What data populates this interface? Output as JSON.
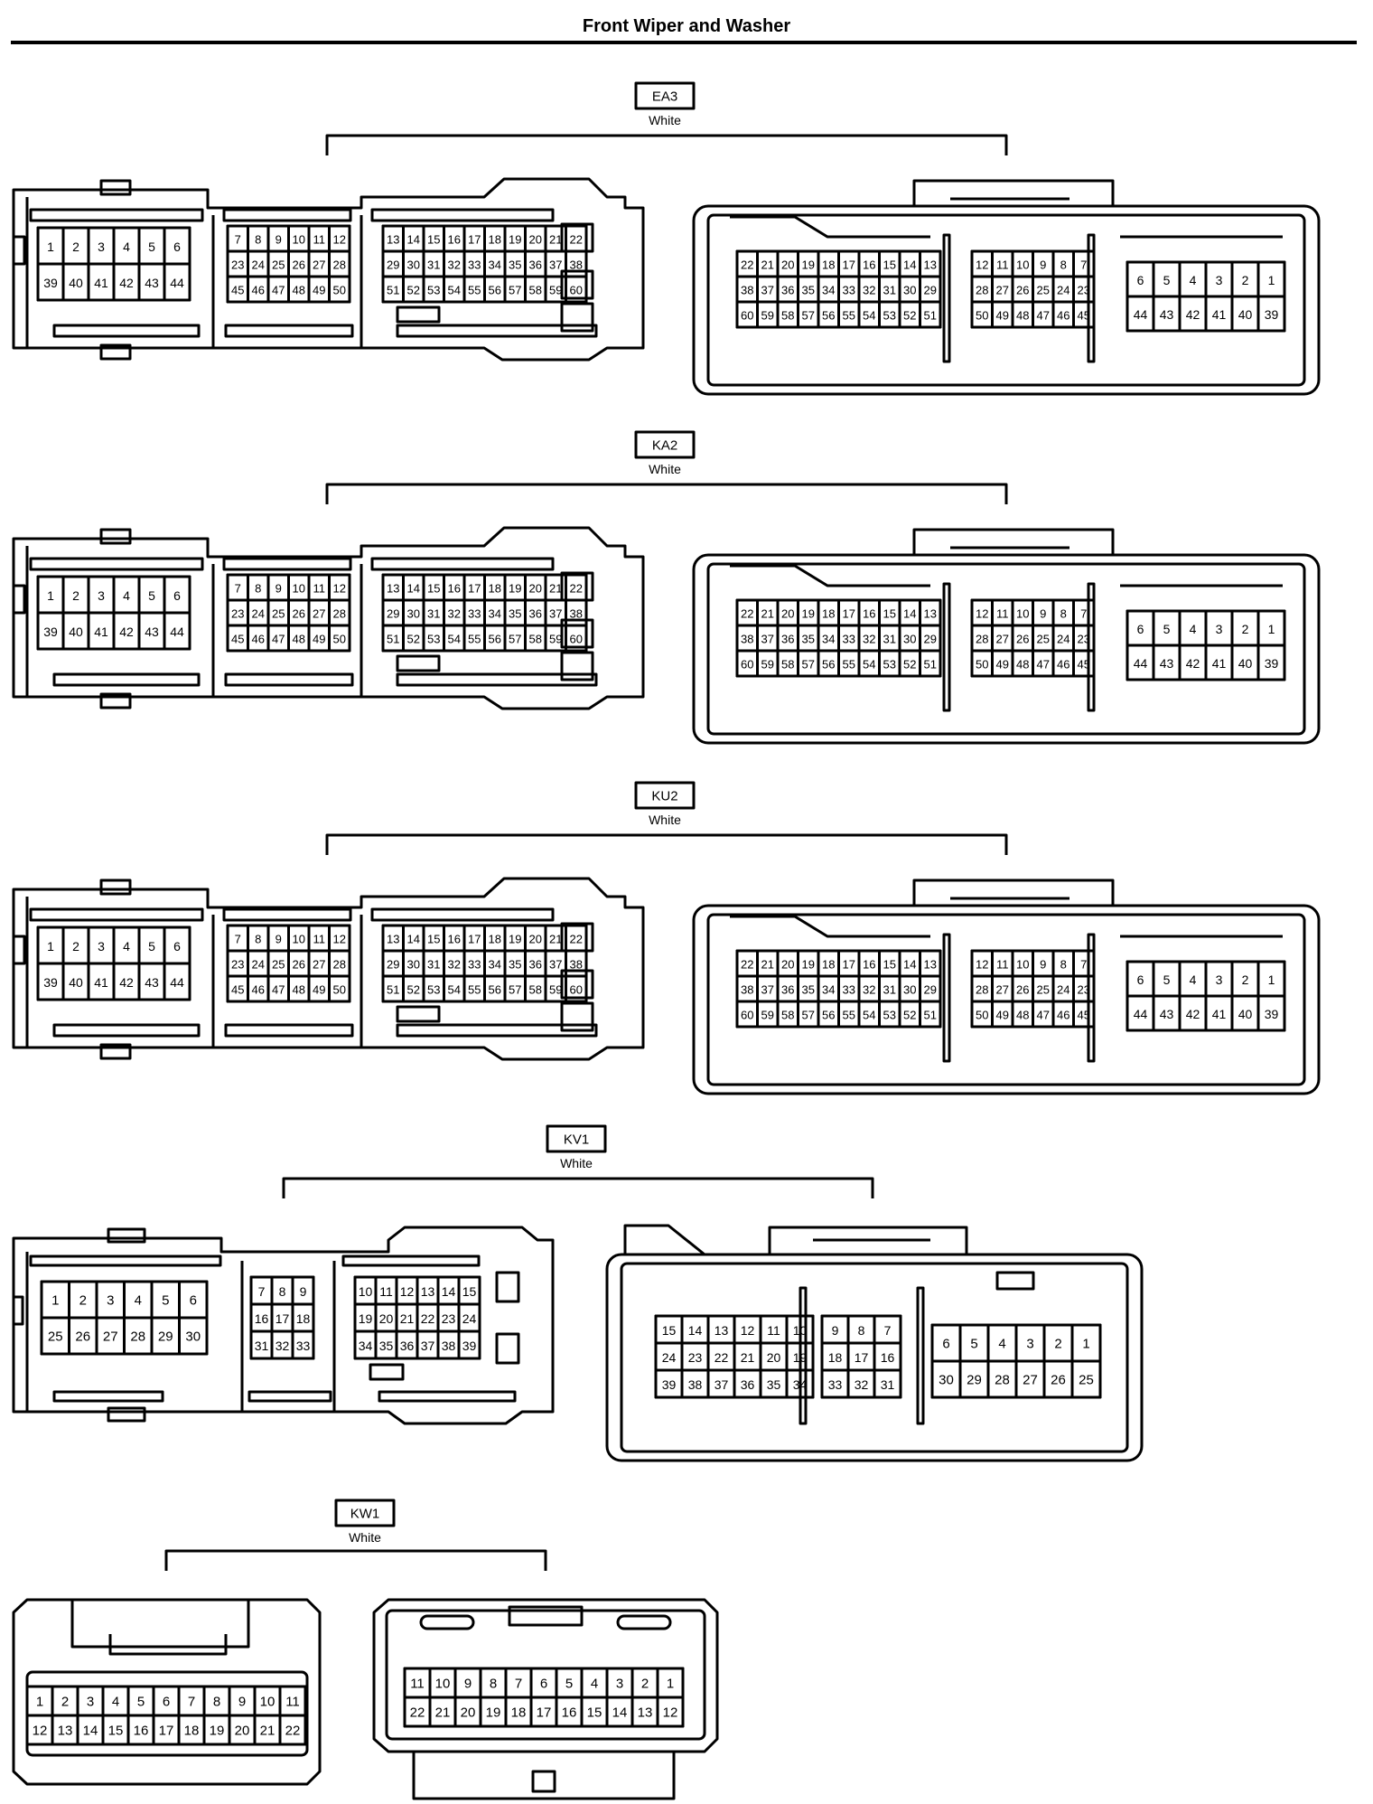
{
  "page": {
    "title": "Front Wiper and Washer"
  },
  "connectors": [
    {
      "code": "EA3",
      "color": "White",
      "style": "ecu60",
      "left": [
        [
          [
            "1",
            "2",
            "3",
            "4",
            "5",
            "6"
          ],
          [
            "39",
            "40",
            "41",
            "42",
            "43",
            "44"
          ]
        ],
        [
          [
            "7",
            "8",
            "9",
            "10",
            "11",
            "12"
          ],
          [
            "23",
            "24",
            "25",
            "26",
            "27",
            "28"
          ],
          [
            "45",
            "46",
            "47",
            "48",
            "49",
            "50"
          ]
        ],
        [
          [
            "13",
            "14",
            "15",
            "16",
            "17",
            "18",
            "19",
            "20",
            "21",
            "22"
          ],
          [
            "29",
            "30",
            "31",
            "32",
            "33",
            "34",
            "35",
            "36",
            "37",
            "38"
          ],
          [
            "51",
            "52",
            "53",
            "54",
            "55",
            "56",
            "57",
            "58",
            "59",
            "60"
          ]
        ]
      ],
      "right": [
        [
          [
            "22",
            "21",
            "20",
            "19",
            "18",
            "17",
            "16",
            "15",
            "14",
            "13"
          ],
          [
            "38",
            "37",
            "36",
            "35",
            "34",
            "33",
            "32",
            "31",
            "30",
            "29"
          ],
          [
            "60",
            "59",
            "58",
            "57",
            "56",
            "55",
            "54",
            "53",
            "52",
            "51"
          ]
        ],
        [
          [
            "12",
            "11",
            "10",
            "9",
            "8",
            "7"
          ],
          [
            "28",
            "27",
            "26",
            "25",
            "24",
            "23"
          ],
          [
            "50",
            "49",
            "48",
            "47",
            "46",
            "45"
          ]
        ],
        [
          [
            "6",
            "5",
            "4",
            "3",
            "2",
            "1"
          ],
          [
            "44",
            "43",
            "42",
            "41",
            "40",
            "39"
          ]
        ]
      ]
    },
    {
      "code": "KA2",
      "color": "White",
      "style": "ecu60",
      "left": [
        [
          [
            "1",
            "2",
            "3",
            "4",
            "5",
            "6"
          ],
          [
            "39",
            "40",
            "41",
            "42",
            "43",
            "44"
          ]
        ],
        [
          [
            "7",
            "8",
            "9",
            "10",
            "11",
            "12"
          ],
          [
            "23",
            "24",
            "25",
            "26",
            "27",
            "28"
          ],
          [
            "45",
            "46",
            "47",
            "48",
            "49",
            "50"
          ]
        ],
        [
          [
            "13",
            "14",
            "15",
            "16",
            "17",
            "18",
            "19",
            "20",
            "21",
            "22"
          ],
          [
            "29",
            "30",
            "31",
            "32",
            "33",
            "34",
            "35",
            "36",
            "37",
            "38"
          ],
          [
            "51",
            "52",
            "53",
            "54",
            "55",
            "56",
            "57",
            "58",
            "59",
            "60"
          ]
        ]
      ],
      "right": [
        [
          [
            "22",
            "21",
            "20",
            "19",
            "18",
            "17",
            "16",
            "15",
            "14",
            "13"
          ],
          [
            "38",
            "37",
            "36",
            "35",
            "34",
            "33",
            "32",
            "31",
            "30",
            "29"
          ],
          [
            "60",
            "59",
            "58",
            "57",
            "56",
            "55",
            "54",
            "53",
            "52",
            "51"
          ]
        ],
        [
          [
            "12",
            "11",
            "10",
            "9",
            "8",
            "7"
          ],
          [
            "28",
            "27",
            "26",
            "25",
            "24",
            "23"
          ],
          [
            "50",
            "49",
            "48",
            "47",
            "46",
            "45"
          ]
        ],
        [
          [
            "6",
            "5",
            "4",
            "3",
            "2",
            "1"
          ],
          [
            "44",
            "43",
            "42",
            "41",
            "40",
            "39"
          ]
        ]
      ]
    },
    {
      "code": "KU2",
      "color": "White",
      "style": "ecu60",
      "left": [
        [
          [
            "1",
            "2",
            "3",
            "4",
            "5",
            "6"
          ],
          [
            "39",
            "40",
            "41",
            "42",
            "43",
            "44"
          ]
        ],
        [
          [
            "7",
            "8",
            "9",
            "10",
            "11",
            "12"
          ],
          [
            "23",
            "24",
            "25",
            "26",
            "27",
            "28"
          ],
          [
            "45",
            "46",
            "47",
            "48",
            "49",
            "50"
          ]
        ],
        [
          [
            "13",
            "14",
            "15",
            "16",
            "17",
            "18",
            "19",
            "20",
            "21",
            "22"
          ],
          [
            "29",
            "30",
            "31",
            "32",
            "33",
            "34",
            "35",
            "36",
            "37",
            "38"
          ],
          [
            "51",
            "52",
            "53",
            "54",
            "55",
            "56",
            "57",
            "58",
            "59",
            "60"
          ]
        ]
      ],
      "right": [
        [
          [
            "22",
            "21",
            "20",
            "19",
            "18",
            "17",
            "16",
            "15",
            "14",
            "13"
          ],
          [
            "38",
            "37",
            "36",
            "35",
            "34",
            "33",
            "32",
            "31",
            "30",
            "29"
          ],
          [
            "60",
            "59",
            "58",
            "57",
            "56",
            "55",
            "54",
            "53",
            "52",
            "51"
          ]
        ],
        [
          [
            "12",
            "11",
            "10",
            "9",
            "8",
            "7"
          ],
          [
            "28",
            "27",
            "26",
            "25",
            "24",
            "23"
          ],
          [
            "50",
            "49",
            "48",
            "47",
            "46",
            "45"
          ]
        ],
        [
          [
            "6",
            "5",
            "4",
            "3",
            "2",
            "1"
          ],
          [
            "44",
            "43",
            "42",
            "41",
            "40",
            "39"
          ]
        ]
      ]
    },
    {
      "code": "KV1",
      "color": "White",
      "style": "ecu39",
      "left": [
        [
          [
            "1",
            "2",
            "3",
            "4",
            "5",
            "6"
          ],
          [
            "25",
            "26",
            "27",
            "28",
            "29",
            "30"
          ]
        ],
        [
          [
            "7",
            "8",
            "9"
          ],
          [
            "16",
            "17",
            "18"
          ],
          [
            "31",
            "32",
            "33"
          ]
        ],
        [
          [
            "10",
            "11",
            "12",
            "13",
            "14",
            "15"
          ],
          [
            "19",
            "20",
            "21",
            "22",
            "23",
            "24"
          ],
          [
            "34",
            "35",
            "36",
            "37",
            "38",
            "39"
          ]
        ]
      ],
      "right": [
        [
          [
            "15",
            "14",
            "13",
            "12",
            "11",
            "10"
          ],
          [
            "24",
            "23",
            "22",
            "21",
            "20",
            "19"
          ],
          [
            "39",
            "38",
            "37",
            "36",
            "35",
            "34"
          ]
        ],
        [
          [
            "9",
            "8",
            "7"
          ],
          [
            "18",
            "17",
            "16"
          ],
          [
            "33",
            "32",
            "31"
          ]
        ],
        [
          [
            "6",
            "5",
            "4",
            "3",
            "2",
            "1"
          ],
          [
            "30",
            "29",
            "28",
            "27",
            "26",
            "25"
          ]
        ]
      ]
    },
    {
      "code": "KW1",
      "color": "White",
      "style": "plug22",
      "left": [
        [
          [
            "1",
            "2",
            "3",
            "4",
            "5",
            "6",
            "7",
            "8",
            "9",
            "10",
            "11"
          ],
          [
            "12",
            "13",
            "14",
            "15",
            "16",
            "17",
            "18",
            "19",
            "20",
            "21",
            "22"
          ]
        ]
      ],
      "right": [
        [
          [
            "11",
            "10",
            "9",
            "8",
            "7",
            "6",
            "5",
            "4",
            "3",
            "2",
            "1"
          ],
          [
            "22",
            "21",
            "20",
            "19",
            "18",
            "17",
            "16",
            "15",
            "14",
            "13",
            "12"
          ]
        ]
      ]
    }
  ]
}
